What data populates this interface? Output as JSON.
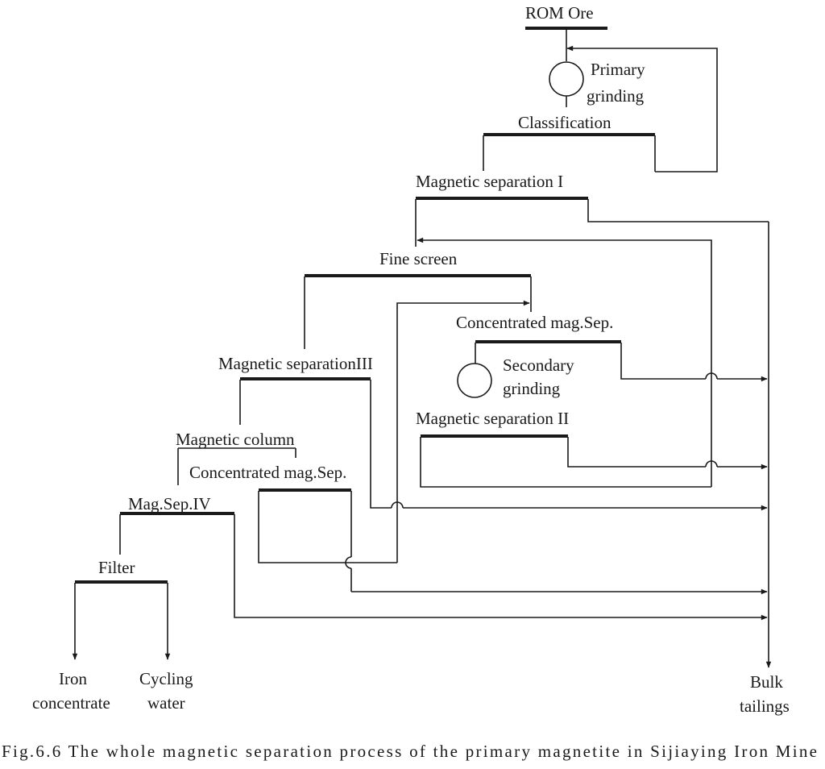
{
  "labels": {
    "rom_ore": "ROM Ore",
    "primary_grinding_1": "Primary",
    "primary_grinding_2": "grinding",
    "classification": "Classification",
    "mag_sep_1": "Magnetic separation I",
    "fine_screen": "Fine screen",
    "conc_mag_sep_upper": "Concentrated mag.Sep.",
    "mag_sep_3": "Magnetic separationIII",
    "secondary_grinding_1": "Secondary",
    "secondary_grinding_2": "grinding",
    "mag_sep_2": "Magnetic separation II",
    "magnetic_column": "Magnetic column",
    "conc_mag_sep_lower": "Concentrated mag.Sep.",
    "mag_sep_4": "Mag.Sep.IV",
    "filter": "Filter",
    "iron_concentrate_1": "Iron",
    "iron_concentrate_2": "concentrate",
    "cycling_water_1": "Cycling",
    "cycling_water_2": "water",
    "bulk_tailings_1": "Bulk",
    "bulk_tailings_2": "tailings"
  },
  "caption": "Fig.6.6 The whole magnetic separation process of the primary magnetite in Sijiaying Iron Mine"
}
